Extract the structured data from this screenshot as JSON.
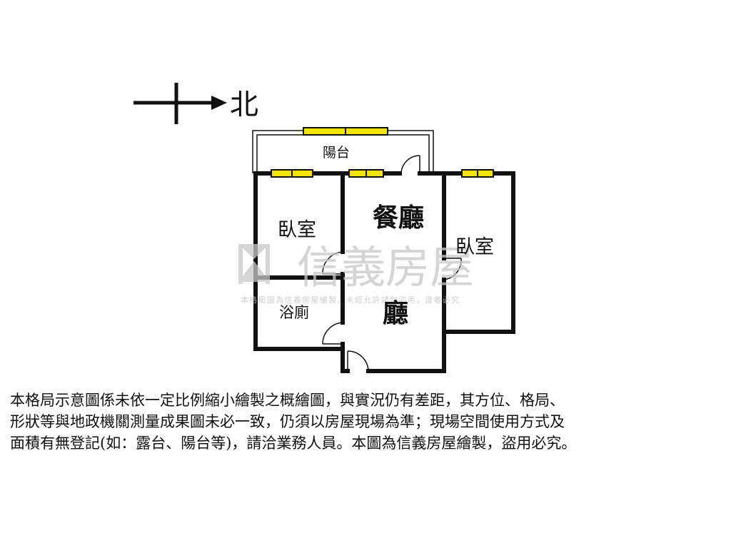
{
  "compass": {
    "label": "北"
  },
  "rooms": {
    "balcony": "陽台",
    "bedroom_left": "臥室",
    "dining": "餐廳",
    "bedroom_right": "臥室",
    "bathroom": "浴廁",
    "living": "廳"
  },
  "watermark": {
    "brand": "信義房屋",
    "notice": "本格局圖為信義房屋繪製，未經允許請勿盜用，違者必究"
  },
  "disclaimer": {
    "lines": [
      "本格局示意圖係未依一定比例縮小繪製之概繪圖，與實況仍有差距，其方位、格局、",
      "形狀等與地政機關測量成果圖未必一致，仍須以房屋現場為準；現場空間使用方式及",
      "面積有無登記(如：露台、陽台等)，請洽業務人員。本圖為信義房屋繪製，盜用必究。"
    ]
  },
  "colors": {
    "wall": "#111111",
    "window_fill": "#f2e600",
    "watermark": "#c8c8c8"
  }
}
